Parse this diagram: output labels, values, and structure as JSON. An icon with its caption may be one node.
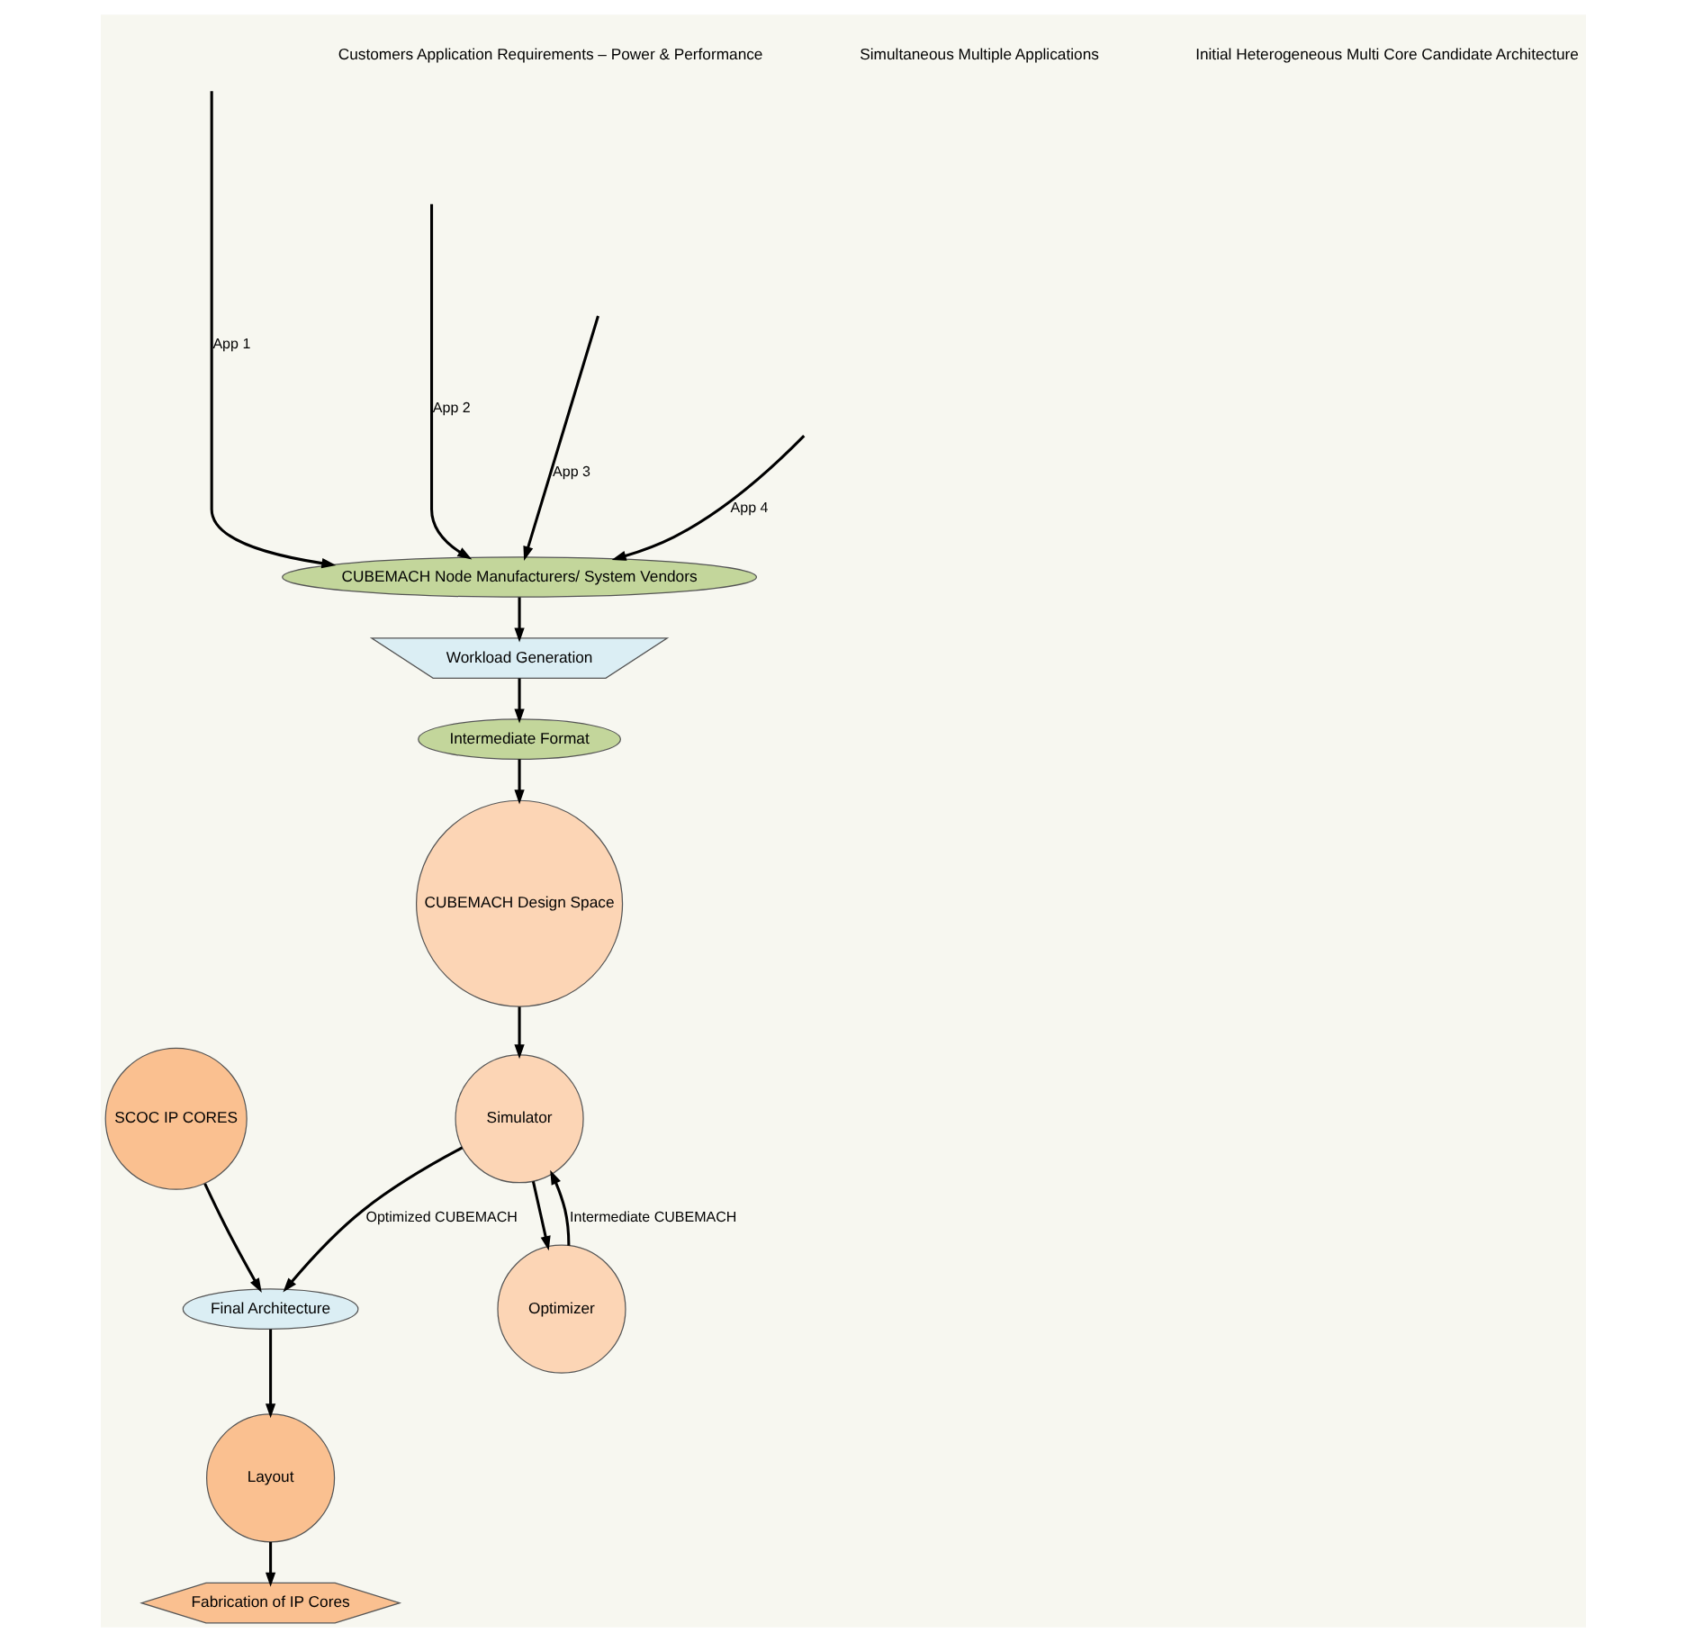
{
  "diagram": {
    "nodes": [
      {
        "text": [
          "CUBEMACH Node Manufacturers/ System Vendors"
        ]
      },
      {
        "text": [
          "Workload Generation"
        ]
      },
      {
        "text": [
          "Intermediate Format"
        ]
      },
      {
        "text": [
          "CUBEMACH Design Space"
        ]
      },
      {
        "text": [
          "Simulator"
        ]
      },
      {
        "text": [
          "Optimizer"
        ]
      },
      {
        "text": [
          "Final Architecture"
        ]
      },
      {
        "text": [
          "SCOC IP CORES"
        ]
      },
      {
        "text": [
          "Layout"
        ]
      },
      {
        "text": [
          "Fabrication of IP Cores"
        ]
      }
    ],
    "edges": [
      {
        "from": null,
        "to": 0,
        "arrow": "to",
        "label": "App 1"
      },
      {
        "from": null,
        "to": 0,
        "arrow": "to",
        "label": "App 2"
      },
      {
        "from": null,
        "to": 0,
        "arrow": "to",
        "label": "App 3"
      },
      {
        "from": null,
        "to": 0,
        "arrow": "to",
        "label": "App 4"
      },
      {
        "from": 0,
        "to": 1,
        "arrow": "to"
      },
      {
        "from": 1,
        "to": 2,
        "arrow": "to"
      },
      {
        "from": 2,
        "to": 3,
        "arrow": "to"
      },
      {
        "from": 3,
        "to": 4,
        "arrow": "to"
      },
      {
        "from": 4,
        "to": 6,
        "arrow": "to",
        "label": "Optimized CUBEMACH"
      },
      {
        "from": 5,
        "to": 4,
        "arrow": "to",
        "label": "Intermediate CUBEMACH"
      },
      {
        "from": 4,
        "to": 5,
        "arrow": "to"
      },
      {
        "from": 7,
        "to": 6,
        "arrow": "to"
      },
      {
        "from": 6,
        "to": 8,
        "arrow": "to"
      },
      {
        "from": 8,
        "to": 9,
        "arrow": "to"
      }
    ],
    "labels": [
      "Customers Application Requirements – Power & Performance",
      "Simultaneous Multiple Applications",
      "Initial Heterogeneous Multi Core Candidate Architecture"
    ]
  }
}
